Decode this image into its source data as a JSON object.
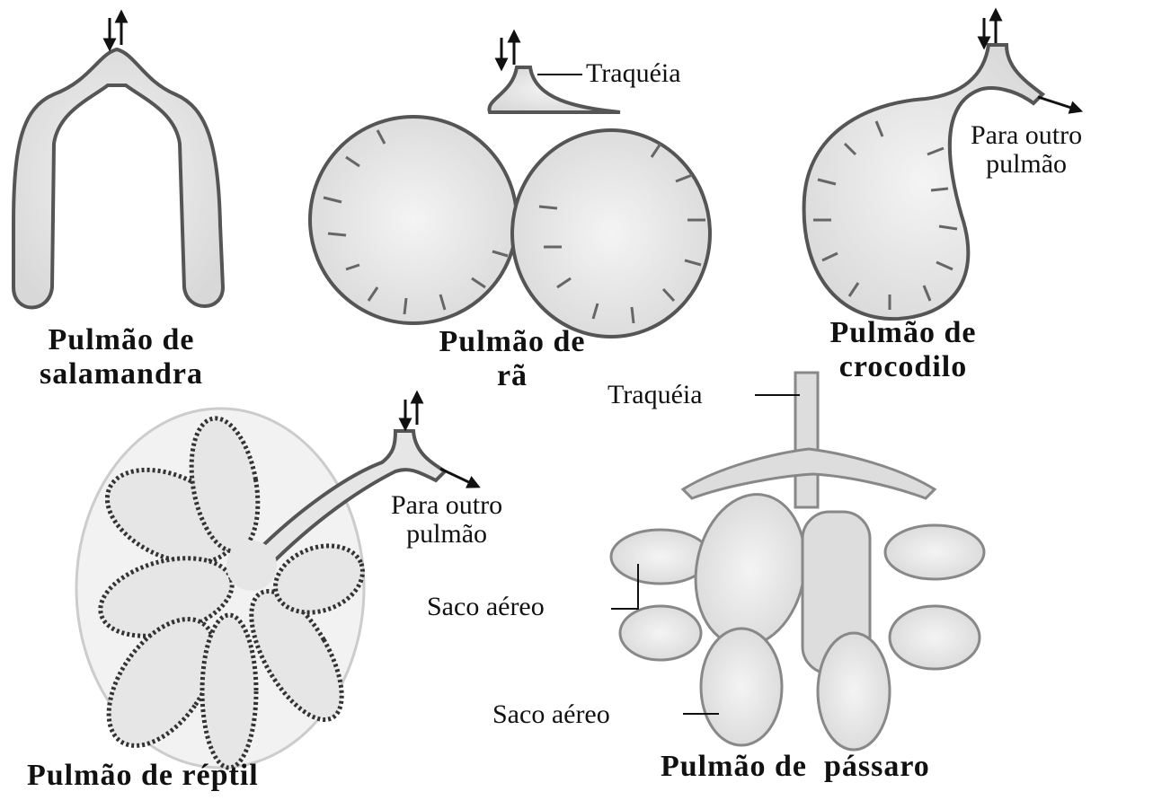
{
  "labels": {
    "salamander": {
      "line1": "Pulmão de",
      "line2": "salamandra"
    },
    "frog": {
      "line1": "Pulmão de",
      "line2": "rã",
      "trachea": "Traquéia"
    },
    "crocodile": {
      "line1": "Pulmão de",
      "line2": "crocodilo",
      "other_lung_1": "Para outro",
      "other_lung_2": "pulmão"
    },
    "reptile": {
      "caption": "Pulmão de réptil",
      "other_lung_1": "Para outro",
      "other_lung_2": "pulmão"
    },
    "bird": {
      "caption": "Pulmão de  pássaro",
      "trachea": "Traquéia",
      "air_sac_1": "Saco aéreo",
      "air_sac_2": "Saco aéreo"
    }
  },
  "colors": {
    "lung_fill": "#e6e6e6",
    "lung_edge": "#555555",
    "ink": "#111111"
  }
}
